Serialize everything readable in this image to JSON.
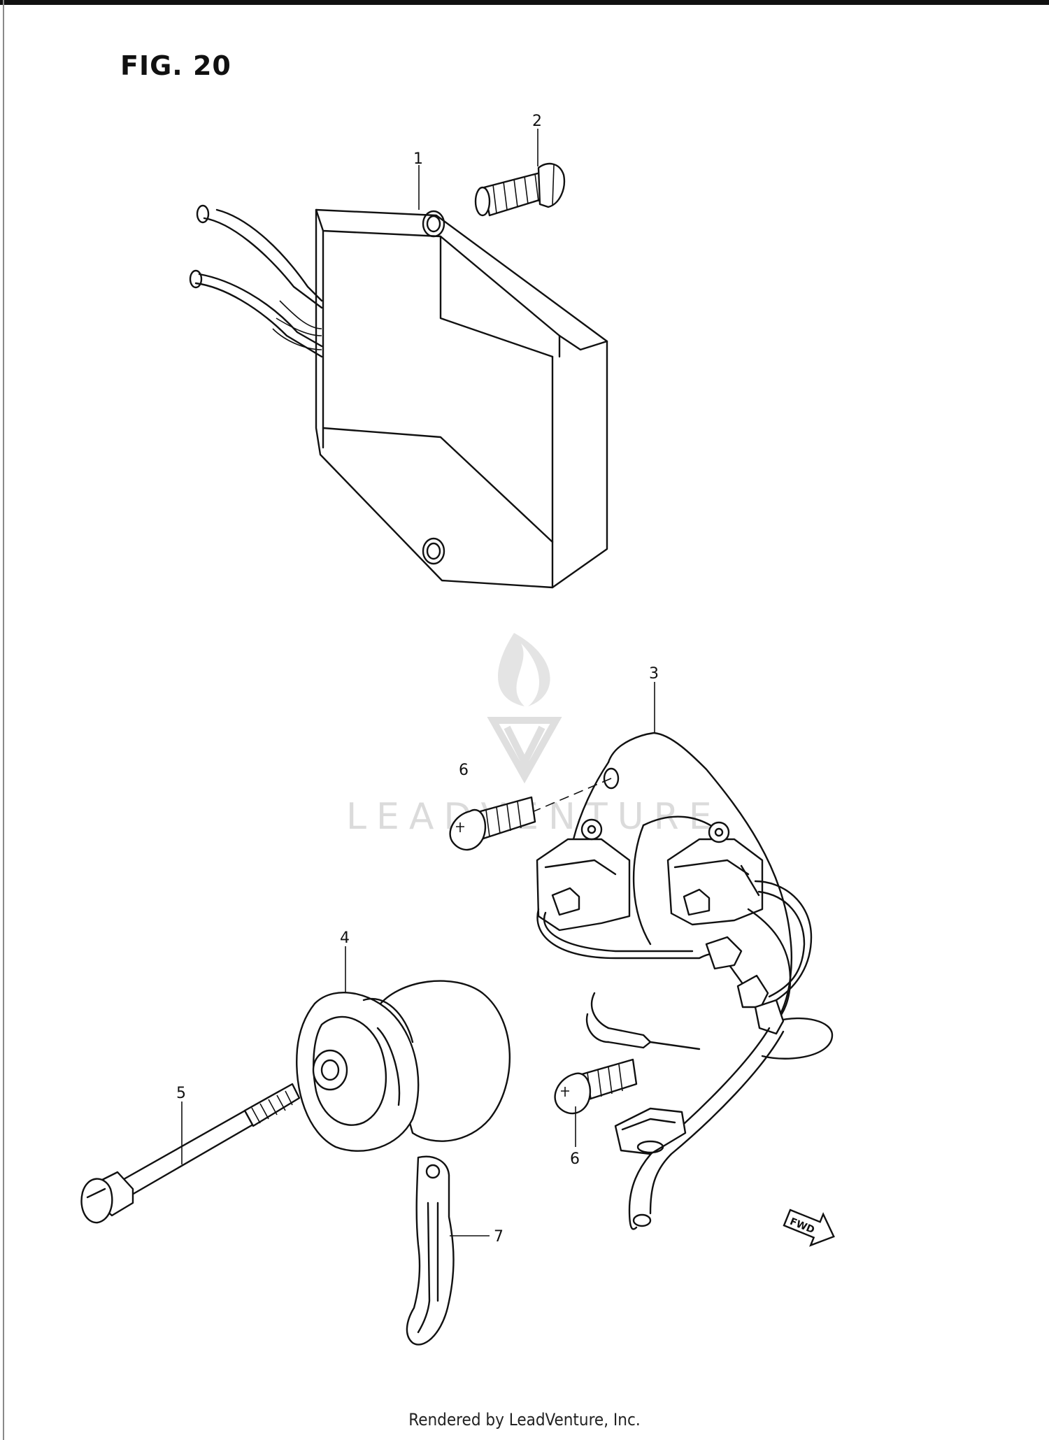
{
  "figure_title": "FIG. 20",
  "callouts": [
    "1",
    "2",
    "3",
    "4",
    "5",
    "6",
    "6",
    "7"
  ],
  "fwd_label": "FWD",
  "watermark": "LEADVENTURE",
  "footer": "Rendered by LeadVenture, Inc."
}
